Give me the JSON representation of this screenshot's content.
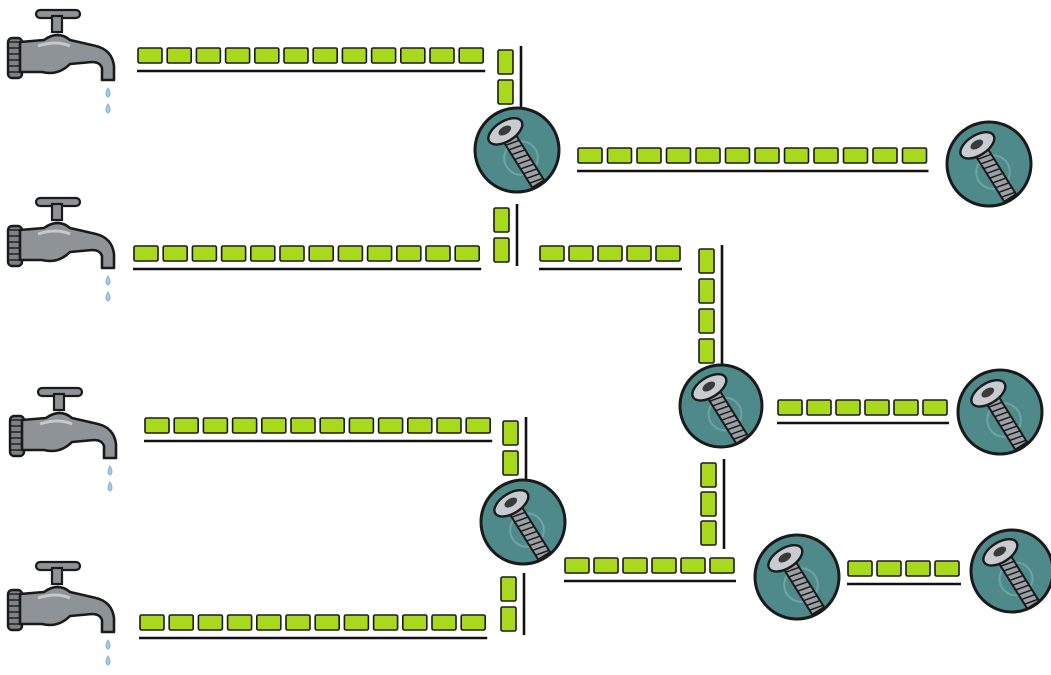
{
  "colors": {
    "background": "#ffffff",
    "block_fill": "#a8d91c",
    "block_stroke": "#1a1a1a",
    "rail": "#111111",
    "node_fill": "#4f8a8b",
    "node_stroke": "#1a1a1a",
    "bolt": "#9aa0a6",
    "faucet_body": "#8e9397",
    "water": "#a9cbe8"
  },
  "icons": {
    "source": "faucet-icon",
    "node": "bolt-in-circle-icon"
  },
  "faucets": [
    {
      "id": "faucet-1",
      "drops": 2
    },
    {
      "id": "faucet-2",
      "drops": 2
    },
    {
      "id": "faucet-3",
      "drops": 2
    },
    {
      "id": "faucet-4",
      "drops": 2
    }
  ],
  "nodes": [
    {
      "id": "node-1"
    },
    {
      "id": "node-2"
    },
    {
      "id": "node-3"
    },
    {
      "id": "node-4"
    },
    {
      "id": "node-5"
    },
    {
      "id": "node-6"
    },
    {
      "id": "node-7"
    },
    {
      "id": "node-8"
    }
  ],
  "segments": [
    {
      "id": "seg-f1-h",
      "blocks": 12
    },
    {
      "id": "seg-f1-down",
      "blocks": 2
    },
    {
      "id": "seg-n1-right",
      "blocks": 12
    },
    {
      "id": "seg-n1-down",
      "blocks": 2
    },
    {
      "id": "seg-f2-h",
      "blocks": 12
    },
    {
      "id": "seg-n1-right2",
      "blocks": 5
    },
    {
      "id": "seg-to-n4-down",
      "blocks": 4
    },
    {
      "id": "seg-n4-right",
      "blocks": 6
    },
    {
      "id": "seg-f3-h",
      "blocks": 12
    },
    {
      "id": "seg-f3-down",
      "blocks": 2
    },
    {
      "id": "seg-f4-h",
      "blocks": 12
    },
    {
      "id": "seg-f4-up",
      "blocks": 2
    },
    {
      "id": "seg-n4-down",
      "blocks": 3
    },
    {
      "id": "seg-n6-right",
      "blocks": 6
    },
    {
      "id": "seg-n7-right",
      "blocks": 4
    }
  ]
}
